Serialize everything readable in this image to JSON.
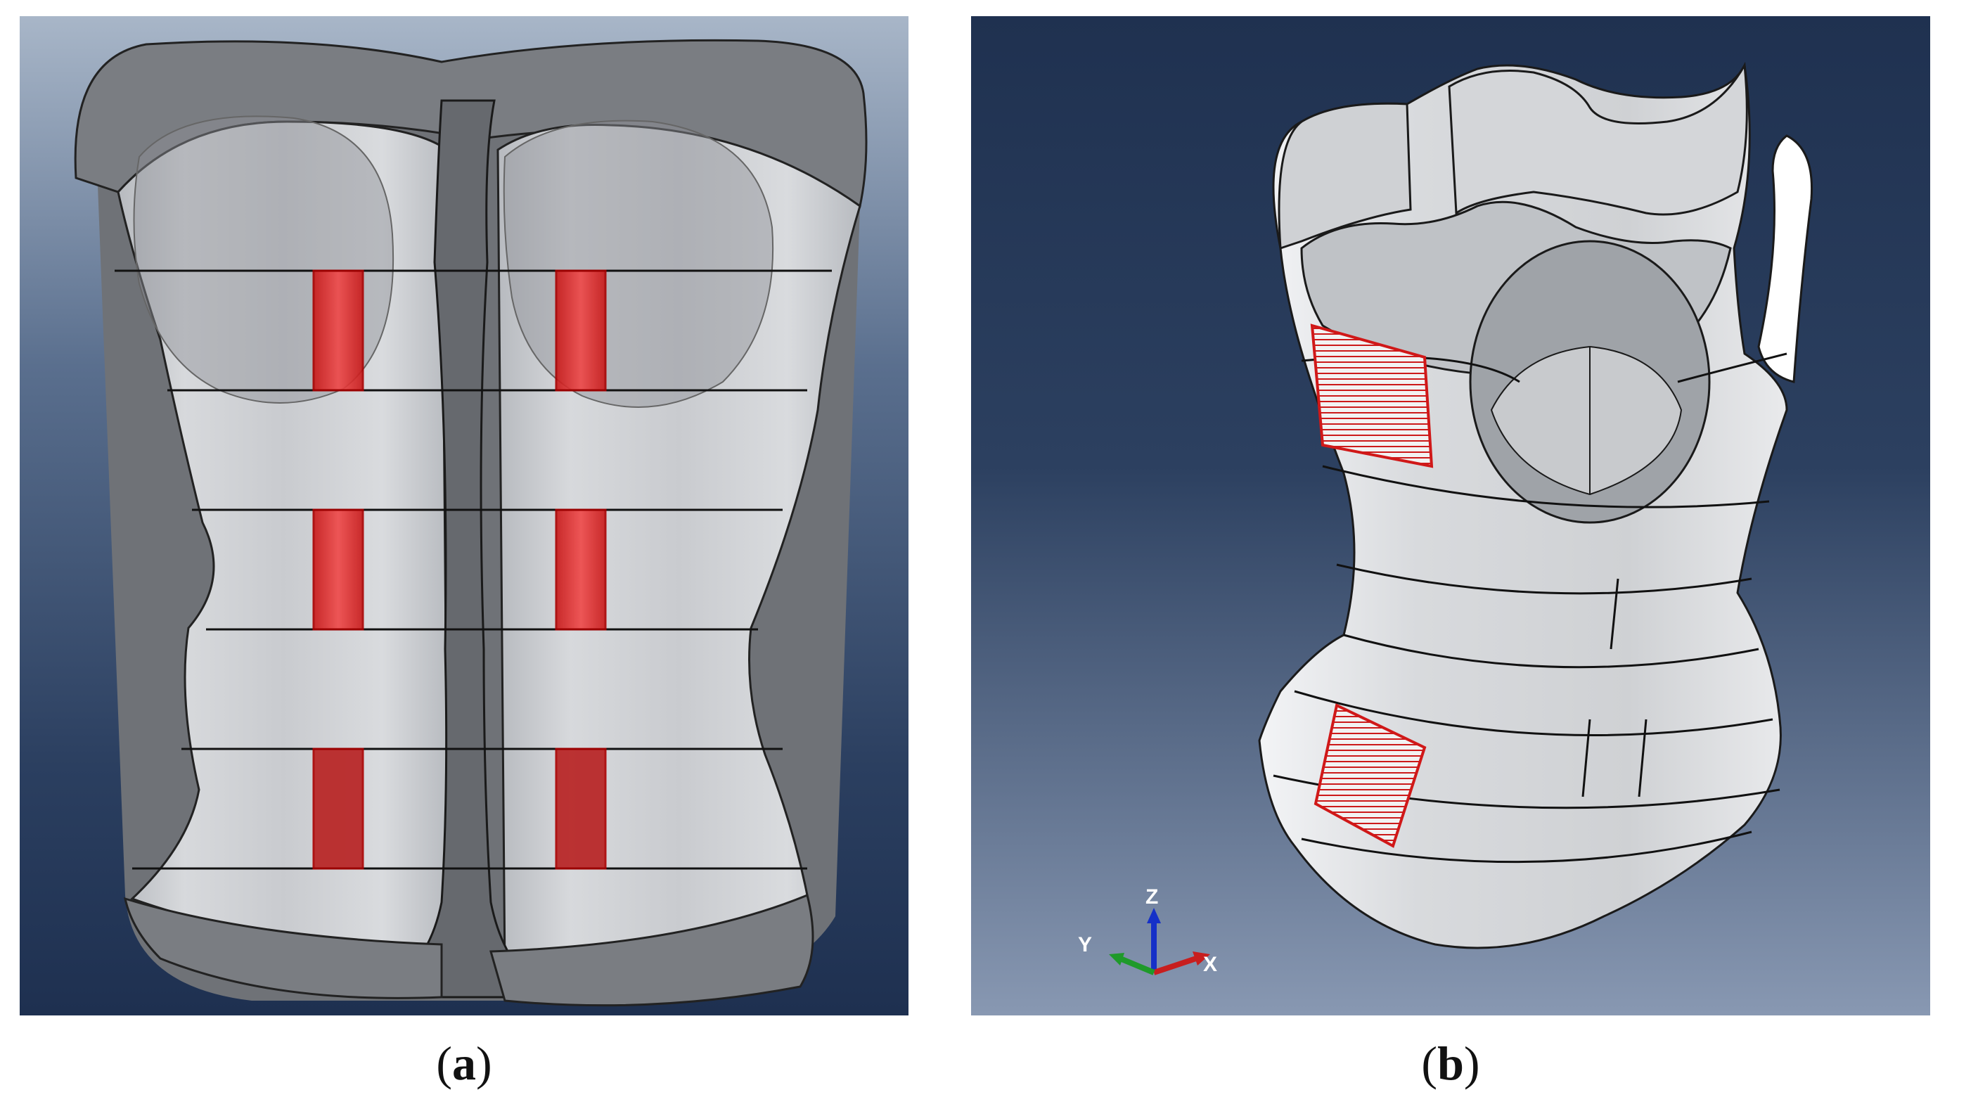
{
  "figure": {
    "panels": [
      {
        "id": "a",
        "caption_open": "(",
        "caption_letter": "a",
        "caption_close": ")"
      },
      {
        "id": "b",
        "caption_open": "(",
        "caption_letter": "b",
        "caption_close": ")"
      }
    ],
    "axis_triad": {
      "z_label": "Z",
      "y_label": "Y",
      "x_label": "X",
      "colors": {
        "z": "#1530c8",
        "y": "#1f9a2a",
        "x": "#c81e1e"
      }
    },
    "colors": {
      "background_top": "#9aaac0",
      "background_bottom": "#1e3050",
      "brace_shell": "#c9cbd0",
      "brace_edge": "#5f6166",
      "pad_red": "#e02020",
      "outline": "#101010"
    }
  }
}
